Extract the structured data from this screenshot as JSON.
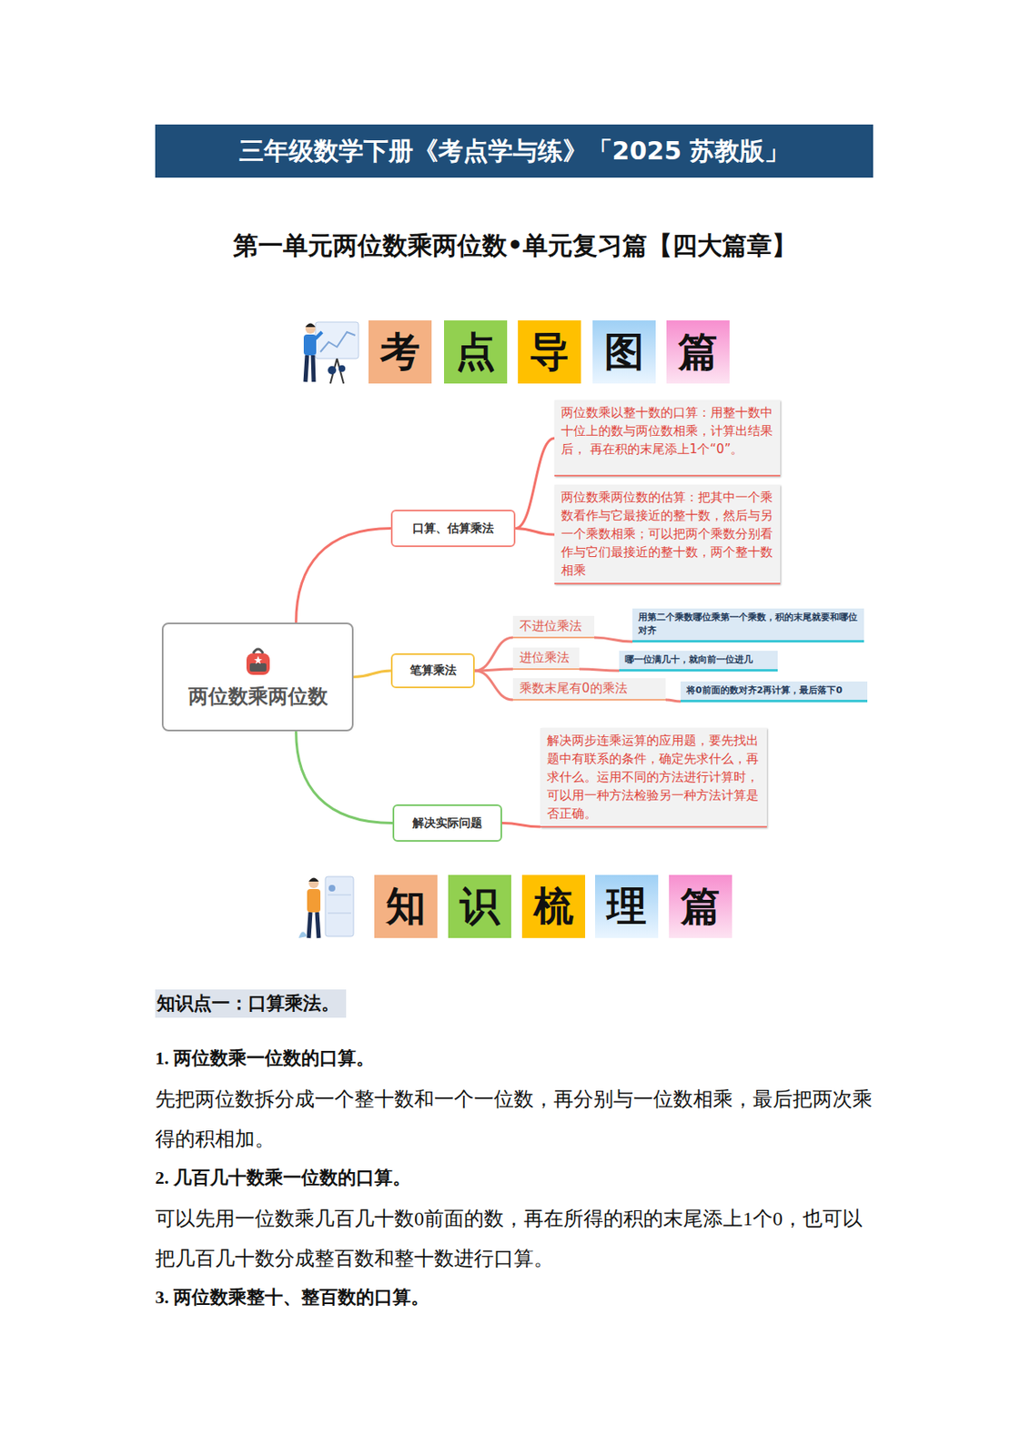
{
  "diagram": {
    "title": "三年级数学下册《考点学与练》「2025 苏教版」",
    "nodes": [
      {
        "text": [
          "考"
        ]
      },
      {
        "text": [
          "点"
        ]
      },
      {
        "text": [
          "导"
        ]
      },
      {
        "text": [
          "图"
        ]
      },
      {
        "text": [
          "篇"
        ]
      },
      {
        "text": [
          "两位数乘两位数"
        ]
      },
      {
        "text": [
          "口算、估算乘法"
        ]
      },
      {
        "text": [
          "两位数乘以整十数的口算：用整十数中十位上的数与两位数相乘，计算出结果后， 再在积的末尾添上1个“0”。"
        ]
      },
      {
        "text": [
          "两位数乘两位数的估算：把其中一个乘数看作与它最接近的整十数，然后与另一个乘数相乘；可以把两个乘数分别看作与它们最接近的整十数，两个整十数相乘"
        ]
      },
      {
        "text": [
          "笔算乘法"
        ]
      },
      {
        "text": [
          "不进位乘法"
        ]
      },
      {
        "text": [
          "用第二个乘数哪位乘第一个乘数，积的末尾就要和哪位对齐"
        ]
      },
      {
        "text": [
          "进位乘法"
        ]
      },
      {
        "text": [
          "哪一位满几十，就向前一位进几"
        ]
      },
      {
        "text": [
          "乘数末尾有0的乘法"
        ]
      },
      {
        "text": [
          "将0前面的数对齐2再计算，最后落下0"
        ]
      },
      {
        "text": [
          "解决实际问题"
        ]
      },
      {
        "text": [
          "解决两步连乘运算的应用题，要先找出题中有联系的条件，确定先求什么，再求什么。运用不同的方法进行计算时，可以用一种方法检验另一种方法计算是否正确。"
        ]
      },
      {
        "text": [
          "知"
        ]
      },
      {
        "text": [
          "识"
        ]
      },
      {
        "text": [
          "梳"
        ]
      },
      {
        "text": [
          "理"
        ]
      },
      {
        "text": [
          "篇"
        ]
      }
    ],
    "edges": [
      {
        "from": 5,
        "to": 6,
        "arrow": "none"
      },
      {
        "from": 5,
        "to": 9,
        "arrow": "none"
      },
      {
        "from": 5,
        "to": 16,
        "arrow": "none"
      },
      {
        "from": 6,
        "to": 7,
        "arrow": "none"
      },
      {
        "from": 6,
        "to": 8,
        "arrow": "none"
      },
      {
        "from": 9,
        "to": 10,
        "arrow": "none"
      },
      {
        "from": 9,
        "to": 12,
        "arrow": "none"
      },
      {
        "from": 9,
        "to": 14,
        "arrow": "none"
      },
      {
        "from": 10,
        "to": 11,
        "arrow": "none"
      },
      {
        "from": 12,
        "to": 13,
        "arrow": "none"
      },
      {
        "from": 14,
        "to": 15,
        "arrow": "none"
      },
      {
        "from": 16,
        "to": 17,
        "arrow": "none"
      }
    ],
    "labels": [
      "第一单元两位数乘两位数•单元复习篇【四大篇章】",
      "知识点一：口算乘法。",
      "1. 两位数乘一位数的口算。",
      "先把两位数拆分成一个整十数和一个一位数，再分别与一位数相乘，最后把两次乘得的积相加。",
      "2. 几百几十数乘一位数的口算。",
      "可以先用一位数乘几百几十数0前面的数，再在所得的积的末尾添上1个0，也可以把几百几十数分成整百数和整十数进行口算。",
      "3. 两位数乘整十、整百数的口算。"
    ]
  }
}
